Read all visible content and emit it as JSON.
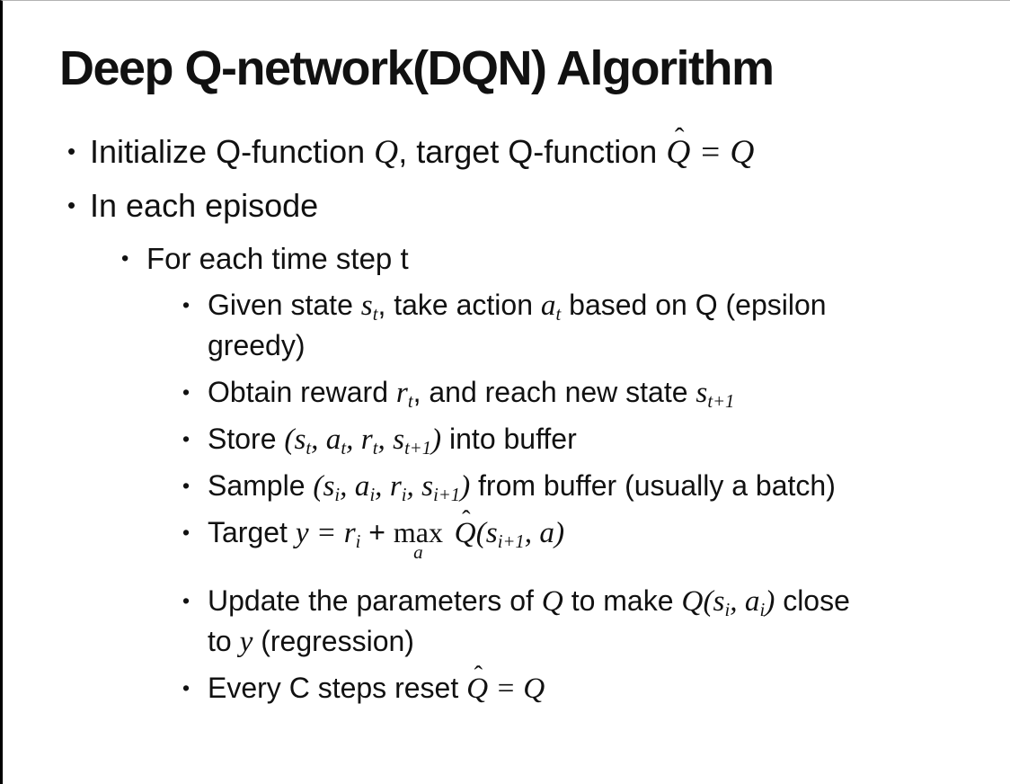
{
  "slide": {
    "title": "Deep Q-network(DQN) Algorithm",
    "bullet_char": "•",
    "colors": {
      "text": "#111111",
      "background": "#ffffff",
      "left_border": "#000000",
      "top_border": "#b3b3b3"
    },
    "bullets": [
      {
        "level": 1,
        "seg": [
          {
            "t": "Initialize Q-function "
          },
          {
            "m": "Q"
          },
          {
            "t": ", target Q-function "
          },
          {
            "m": "Q",
            "hat": "ˆ"
          },
          {
            "m": " = "
          },
          {
            "m": "Q"
          }
        ]
      },
      {
        "level": 1,
        "seg": [
          {
            "t": "In each episode"
          }
        ]
      },
      {
        "level": 2,
        "seg": [
          {
            "t": "For each time step t"
          }
        ]
      },
      {
        "level": 3,
        "seg": [
          {
            "t": "Given state "
          },
          {
            "m": "s",
            "sub": "t"
          },
          {
            "t": ", take action "
          },
          {
            "m": "a",
            "sub": "t"
          },
          {
            "t": " based on Q (epsilon"
          },
          {
            "br": true
          },
          {
            "t": "greedy)"
          }
        ]
      },
      {
        "level": 3,
        "seg": [
          {
            "t": "Obtain reward "
          },
          {
            "m": "r",
            "sub": "t"
          },
          {
            "t": ", and reach new state "
          },
          {
            "m": "s",
            "sub": "t+1"
          }
        ]
      },
      {
        "level": 3,
        "seg": [
          {
            "t": "Store "
          },
          {
            "m": "("
          },
          {
            "m": "s",
            "sub": "t"
          },
          {
            "m": ", "
          },
          {
            "m": "a",
            "sub": "t"
          },
          {
            "m": ", "
          },
          {
            "m": "r",
            "sub": "t"
          },
          {
            "m": ", "
          },
          {
            "m": "s",
            "sub": "t+1"
          },
          {
            "m": ")"
          },
          {
            "t": " into buffer"
          }
        ]
      },
      {
        "level": 3,
        "seg": [
          {
            "t": "Sample "
          },
          {
            "m": "("
          },
          {
            "m": "s",
            "sub": "i"
          },
          {
            "m": ", "
          },
          {
            "m": "a",
            "sub": "i"
          },
          {
            "m": ", "
          },
          {
            "m": "r",
            "sub": "i"
          },
          {
            "m": ", "
          },
          {
            "m": "s",
            "sub": "i+1"
          },
          {
            "m": ")"
          },
          {
            "t": " from buffer (usually a batch)"
          }
        ]
      },
      {
        "level": 3,
        "seg": [
          {
            "t": "Target "
          },
          {
            "m": "y"
          },
          {
            "m": " = "
          },
          {
            "m": "r",
            "sub": "i"
          },
          {
            "t": " + "
          },
          {
            "op": {
              "top": "max",
              "under": "a"
            }
          },
          {
            "t": " "
          },
          {
            "m": "Q",
            "hat": "ˆ"
          },
          {
            "m": "("
          },
          {
            "m": "s",
            "sub": "i+1"
          },
          {
            "m": ", "
          },
          {
            "m": "a"
          },
          {
            "m": ")"
          }
        ]
      },
      {
        "level": 3,
        "seg": [
          {
            "t": "Update the parameters of "
          },
          {
            "m": "Q"
          },
          {
            "t": " to make "
          },
          {
            "m": "Q"
          },
          {
            "m": "("
          },
          {
            "m": "s",
            "sub": "i"
          },
          {
            "m": ", "
          },
          {
            "m": "a",
            "sub": "i"
          },
          {
            "m": ")"
          },
          {
            "t": " close"
          },
          {
            "br": true
          },
          {
            "t": "to "
          },
          {
            "m": "y"
          },
          {
            "t": " (regression)"
          }
        ]
      },
      {
        "level": 3,
        "seg": [
          {
            "t": "Every C steps reset "
          },
          {
            "m": "Q",
            "hat": "ˆ"
          },
          {
            "m": " = "
          },
          {
            "m": "Q"
          }
        ]
      }
    ]
  }
}
